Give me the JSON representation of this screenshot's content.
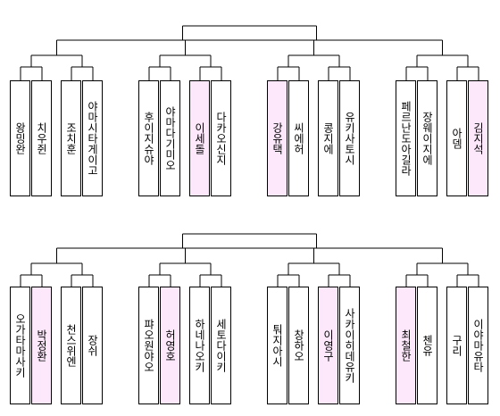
{
  "colors": {
    "line": "#000000",
    "box_border": "#000000",
    "highlight": "#fde8fb"
  },
  "brackets": [
    {
      "players": [
        {
          "name": "왕밍완",
          "highlighted": false
        },
        {
          "name": "치우쥔",
          "highlighted": false
        },
        {
          "name": "조치훈",
          "highlighted": false
        },
        {
          "name": "야마시타게이고",
          "highlighted": false
        },
        {
          "name": "후이지슈야",
          "highlighted": false
        },
        {
          "name": "야마다기미오",
          "highlighted": false
        },
        {
          "name": "이세돌",
          "highlighted": true
        },
        {
          "name": "다카오신지",
          "highlighted": false
        },
        {
          "name": "강유택",
          "highlighted": true
        },
        {
          "name": "씨에허",
          "highlighted": false
        },
        {
          "name": "콩지에",
          "highlighted": false
        },
        {
          "name": "유키사토시",
          "highlighted": false
        },
        {
          "name": "페르난도아길라",
          "highlighted": false
        },
        {
          "name": "장웨이지에",
          "highlighted": false
        },
        {
          "name": "아뎀",
          "highlighted": false
        },
        {
          "name": "김지석",
          "highlighted": true
        }
      ]
    },
    {
      "players": [
        {
          "name": "오가타마사키",
          "highlighted": false
        },
        {
          "name": "박정환",
          "highlighted": true
        },
        {
          "name": "천스위엔",
          "highlighted": false
        },
        {
          "name": "장쉬",
          "highlighted": false
        },
        {
          "name": "퍄오원야오",
          "highlighted": false
        },
        {
          "name": "허영호",
          "highlighted": true
        },
        {
          "name": "하네나오키",
          "highlighted": false
        },
        {
          "name": "세토다이키",
          "highlighted": false
        },
        {
          "name": "퉈지아시",
          "highlighted": false
        },
        {
          "name": "창하오",
          "highlighted": false
        },
        {
          "name": "이영구",
          "highlighted": true
        },
        {
          "name": "사카이히데유키",
          "highlighted": false
        },
        {
          "name": "최철한",
          "highlighted": true
        },
        {
          "name": "첸유",
          "highlighted": false
        },
        {
          "name": "구리",
          "highlighted": false
        },
        {
          "name": "이야마유타",
          "highlighted": false
        }
      ]
    }
  ]
}
